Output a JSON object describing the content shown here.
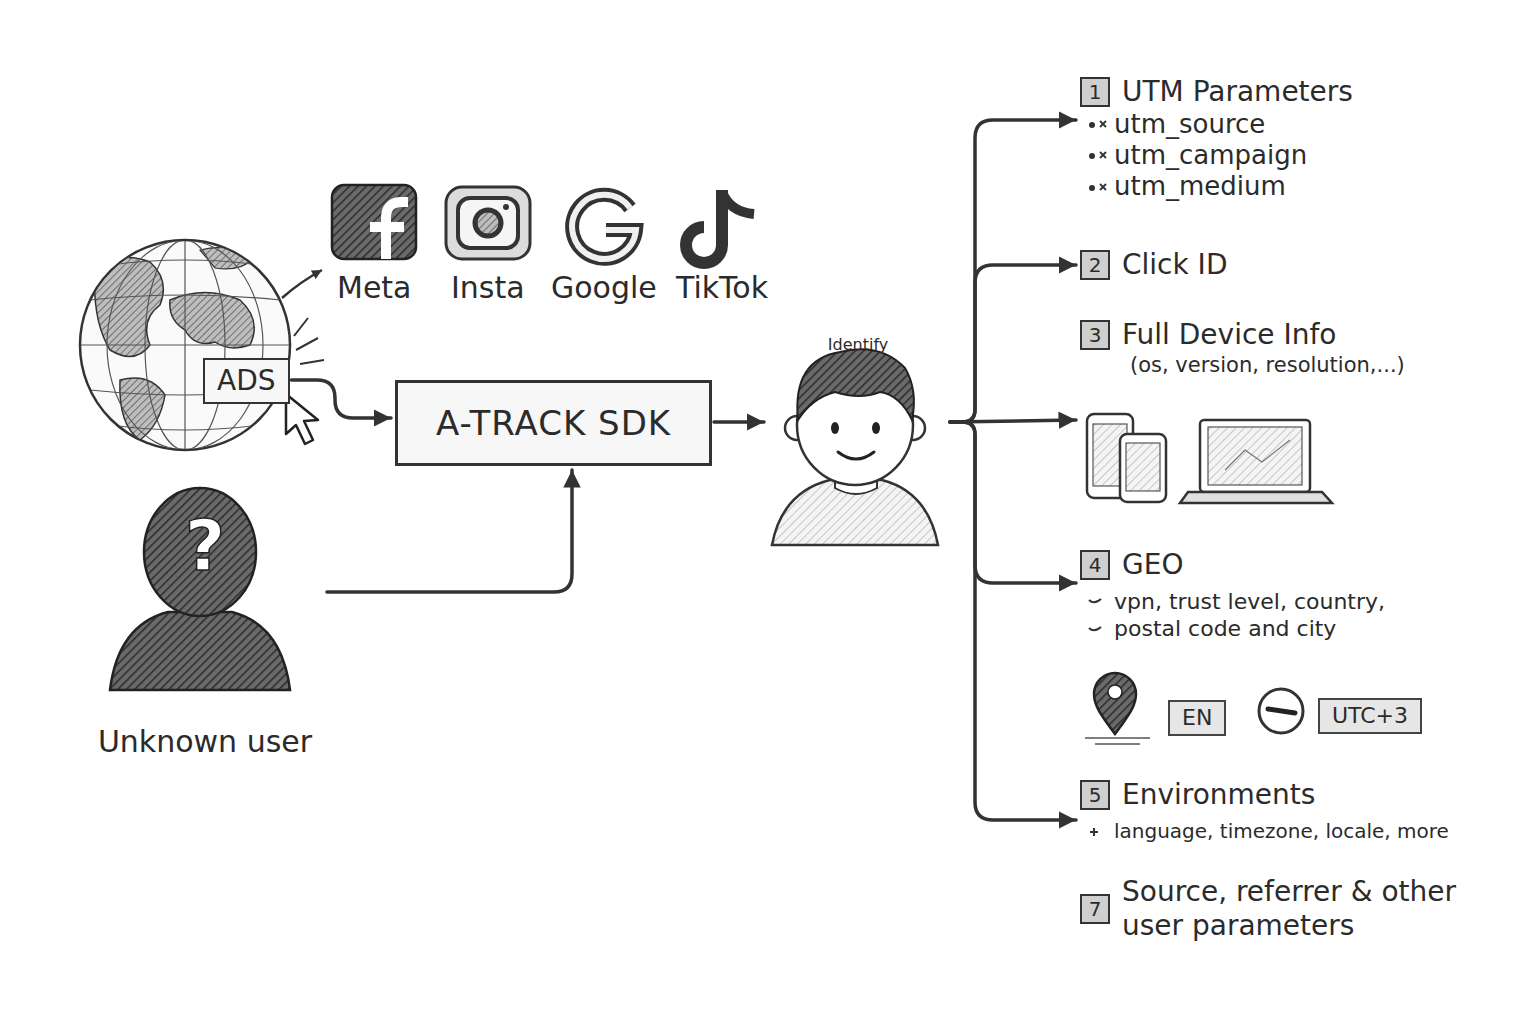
{
  "diagram": {
    "nodes": [
      {
        "text": [
          "ADS"
        ]
      },
      {
        "text": [
          "A-TRACK SDK"
        ]
      },
      {
        "text": [
          "?",
          "Unknown user"
        ]
      },
      {
        "text": [
          "Identify"
        ]
      },
      {
        "text": [
          "1",
          "UTM Parameters",
          "utm_source",
          "utm_campaign",
          "utm_medium"
        ]
      },
      {
        "text": [
          "2",
          "Click ID"
        ]
      },
      {
        "text": [
          "3",
          "Full Device Info",
          "(os, version, resolution,...)"
        ]
      },
      {
        "text": [
          "4",
          "GEO",
          "vpn, trust level, country,",
          "postal code and city"
        ]
      },
      {
        "text": [
          "EN"
        ],
        "in": 7
      },
      {
        "text": [
          "UTC+3"
        ],
        "in": 7
      },
      {
        "text": [
          "5",
          "Environments",
          "language, timezone, locale, more"
        ]
      },
      {
        "text": [
          "7",
          "Source, referrer & other user parameters"
        ]
      }
    ],
    "edges": [
      {
        "from": 0,
        "to": 1,
        "arrow": "to"
      },
      {
        "from": 2,
        "to": 1,
        "arrow": "to"
      },
      {
        "from": 1,
        "to": 3,
        "arrow": "to"
      },
      {
        "from": 3,
        "to": 4,
        "arrow": "to"
      },
      {
        "from": 3,
        "to": 5,
        "arrow": "to"
      },
      {
        "from": 3,
        "to": 6,
        "arrow": "to"
      },
      {
        "from": 3,
        "to": 7,
        "arrow": "to"
      },
      {
        "from": 3,
        "to": 10,
        "arrow": "to"
      }
    ],
    "labels": [
      "Meta",
      "Insta",
      "Google",
      "TikTok"
    ]
  }
}
